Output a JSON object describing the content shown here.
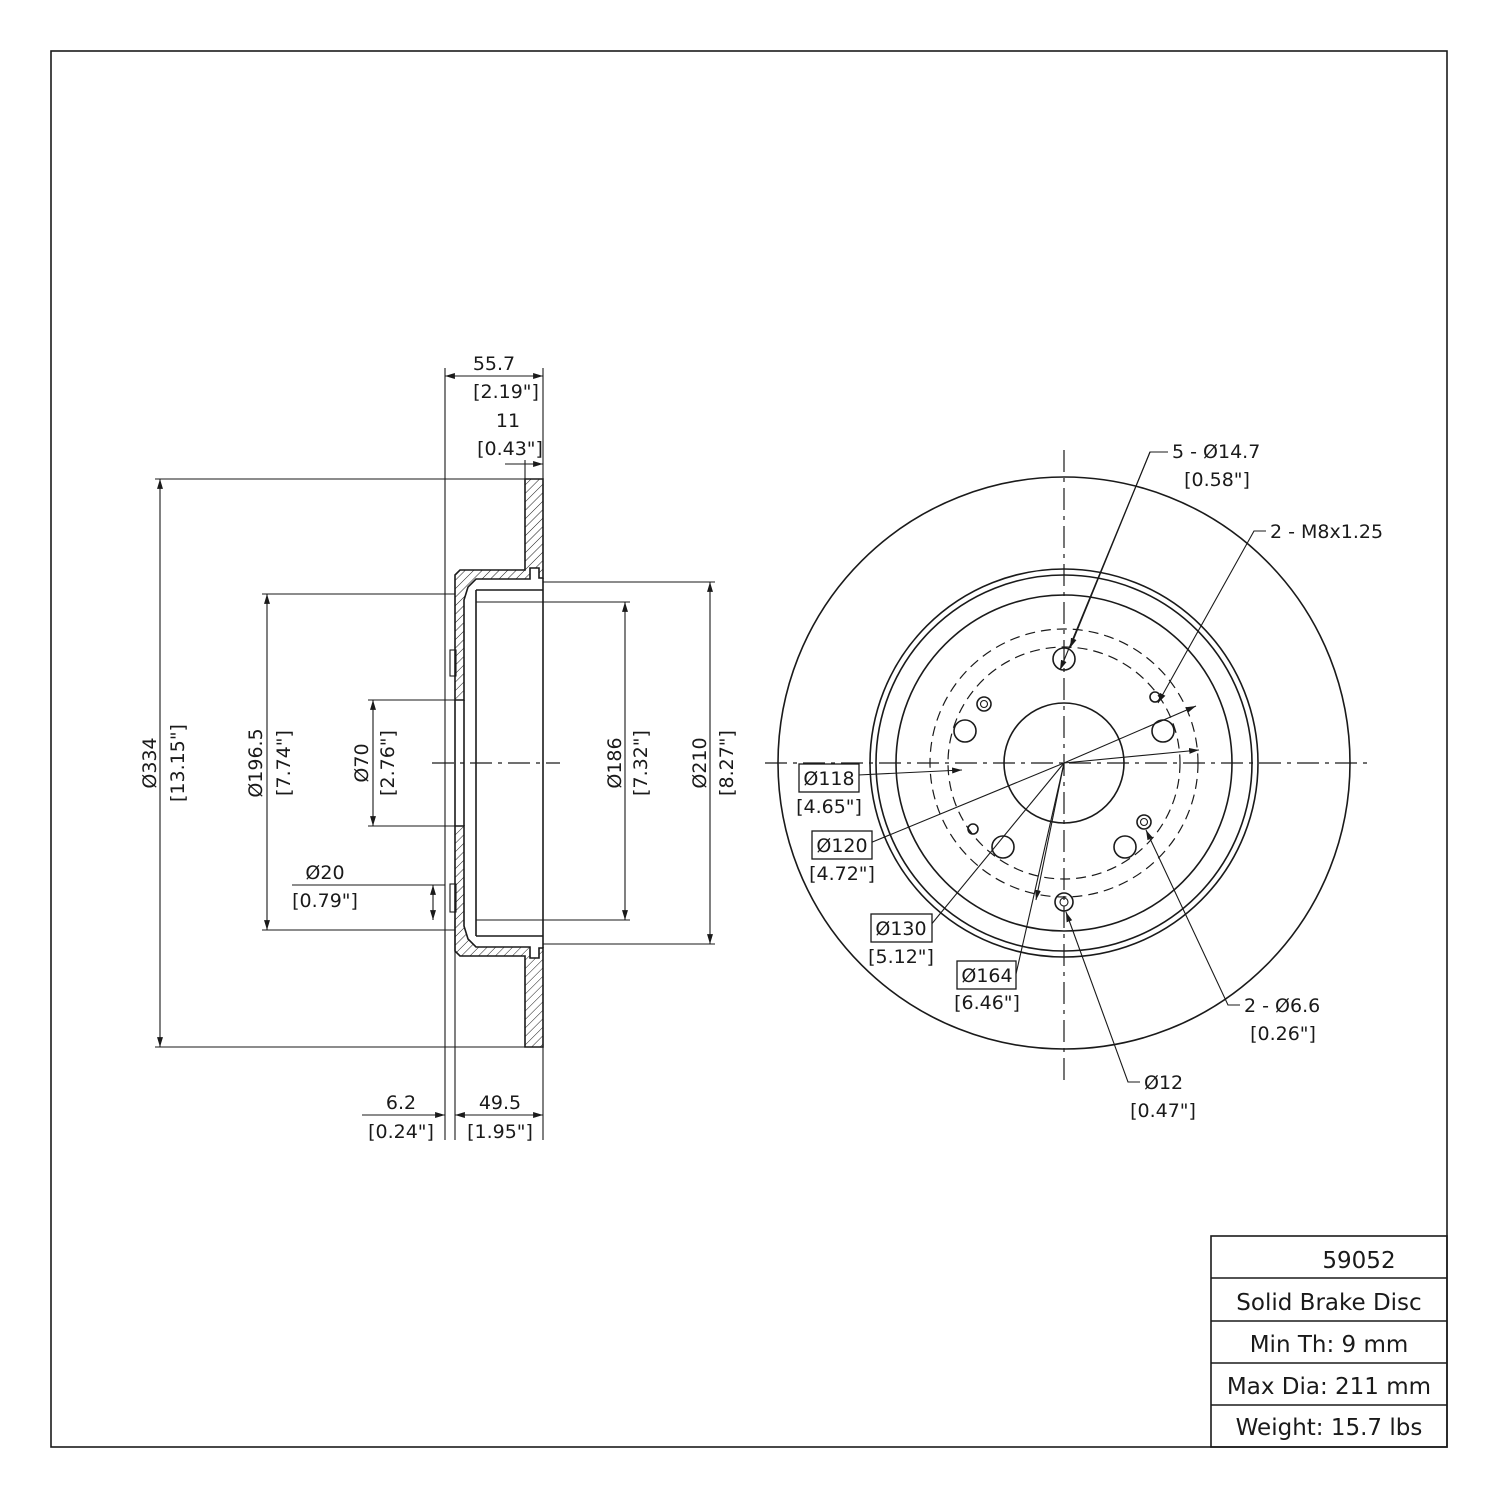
{
  "side_view": {
    "width_total": "55.7",
    "width_total_in": "[2.19\"]",
    "flange": "11",
    "flange_in": "[0.43\"]",
    "dia_334": "Ø334",
    "dia_334_in": "[13.15\"]",
    "dia_196": "Ø196.5",
    "dia_196_in": "[7.74\"]",
    "dia_70": "Ø70",
    "dia_70_in": "[2.76\"]",
    "dia_20": "Ø20",
    "dia_20_in": "[0.79\"]",
    "dia_186": "Ø186",
    "dia_186_in": "[7.32\"]",
    "dia_210": "Ø210",
    "dia_210_in": "[8.27\"]",
    "hat_thick": "6.2",
    "hat_thick_in": "[0.24\"]",
    "depth": "49.5",
    "depth_in": "[1.95\"]"
  },
  "front_view": {
    "holes": "5 - Ø14.7",
    "holes_in": "[0.58\"]",
    "thread": "2 - M8x1.25",
    "d118": "Ø118",
    "d118_in": "[4.65\"]",
    "d120": "Ø120",
    "d120_in": "[4.72\"]",
    "d130": "Ø130",
    "d130_in": "[5.12\"]",
    "d164": "Ø164",
    "d164_in": "[6.46\"]",
    "small_holes": "2 - Ø6.6",
    "small_holes_in": "[0.26\"]",
    "d12": "Ø12",
    "d12_in": "[0.47\"]"
  },
  "title_block": {
    "part_number": "59052",
    "type": "Solid Brake Disc",
    "min_thickness": "Min Th: 9 mm",
    "max_diameter": "Max Dia: 211 mm",
    "weight": "Weight: 15.7 lbs"
  }
}
